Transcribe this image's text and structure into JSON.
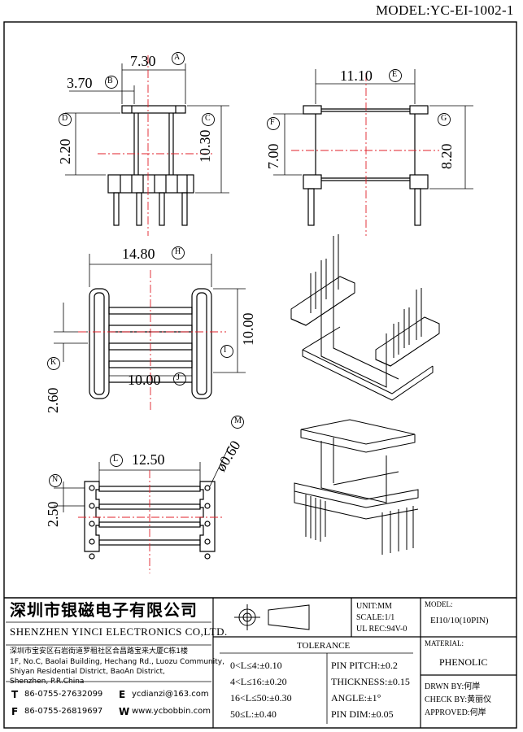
{
  "model_header": "MODEL:YC-EI-1002-1",
  "dimensions": [
    {
      "value": "7.30",
      "label": "A"
    },
    {
      "value": "3.70",
      "label": "B"
    },
    {
      "value": "10.30",
      "label": "C"
    },
    {
      "value": "2.20",
      "label": "D"
    },
    {
      "value": "11.10",
      "label": "E"
    },
    {
      "value": "7.00",
      "label": "F"
    },
    {
      "value": "8.20",
      "label": "G"
    },
    {
      "value": "14.80",
      "label": "H"
    },
    {
      "value": "10.00",
      "label": "I"
    },
    {
      "value": "10.00",
      "label": "J"
    },
    {
      "value": "2.60",
      "label": "K"
    },
    {
      "value": "12.50",
      "label": "L"
    },
    {
      "value": "ø0.60",
      "label": "M"
    },
    {
      "value": "2.50",
      "label": "N"
    }
  ],
  "company": {
    "name_cn": "深圳市银磁电子有限公司",
    "name_en": "SHENZHEN YINCI ELECTRONICS CO,LTD.",
    "address_cn": "深圳市宝安区石岩街道罗租社区合昌路宝来大厦C栋1楼",
    "address_en": [
      "1F, No.C, Baolai Building, Hechang Rd., Luozu Community,",
      "Shiyan Residential District, BaoAn District,",
      "Shenzhen, P.R.China"
    ],
    "tel_key": "T",
    "tel": "86-0755-27632099",
    "fax_key": "F",
    "fax": "86-0755-26819697",
    "email_key": "E",
    "email": "ycdianzi@163.com",
    "web_key": "W",
    "web": "www.ycbobbin.com"
  },
  "unit_info": {
    "unit": "UNIT:MM",
    "scale": "SCALE:1/1",
    "ul": "UL REC:94V-0"
  },
  "tolerance": {
    "title": "TOLERANCE",
    "left": [
      "0<L≤4:±0.10",
      "4<L≤16:±0.20",
      "16<L≤50:±0.30",
      "50≤L:±0.40"
    ],
    "right": [
      "PIN PITCH:±0.2",
      "THICKNESS:±0.15",
      "ANGLE:±1°",
      "PIN DIM:±0.05"
    ]
  },
  "info": {
    "model_label": "MODEL:",
    "model_value": "EI10/10(10PIN)",
    "material_label": "MATERIAL:",
    "material_value": "PHENOLIC",
    "drawn": "DRWN BY:何岸",
    "check": "CHECK BY:黄丽仪",
    "approved": "APPROVED:何岸"
  }
}
